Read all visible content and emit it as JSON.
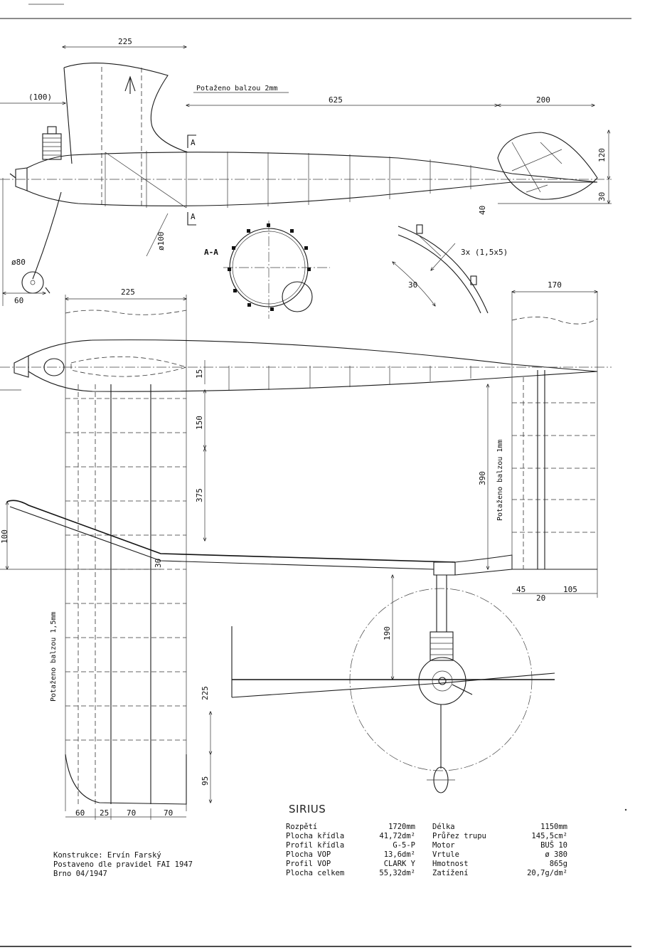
{
  "title": "SIRIUS",
  "dimensions": {
    "d225_top": "225",
    "d100": "(100)",
    "d625": "625",
    "d200": "200",
    "d120": "120",
    "d30_tail": "30",
    "d40": "40",
    "d100_diam": "ø100",
    "d80": "ø80",
    "d60": "60",
    "d225_wing": "225",
    "d170": "170",
    "d15": "15",
    "d150": "150",
    "d375": "375",
    "d390": "390",
    "d100_dihedral": "100",
    "d30_mid": "30",
    "d190": "190",
    "d45": "45",
    "d20": "20",
    "d105": "105",
    "d225_low": "225",
    "d95": "95",
    "b60": "60",
    "b25": "25",
    "b70a": "70",
    "b70b": "70",
    "d30_section": "30"
  },
  "labels": {
    "cover_top": "Potaženo balzou 2mm",
    "cover_tail": "Potaženo balzou 1mm",
    "cover_wing": "Potaženo balzou 1,5mm",
    "section_a_top": "A",
    "section_a_bottom": "A",
    "section_aa": "A-A",
    "strip_note": "3x (1,5x5)"
  },
  "specs_left": [
    {
      "label": "Rozpětí",
      "value": "1720mm"
    },
    {
      "label": "Plocha křídla",
      "value": "41,72dm²"
    },
    {
      "label": "Profil křídla",
      "value": "G-5-P"
    },
    {
      "label": "Plocha VOP",
      "value": "13,6dm²"
    },
    {
      "label": "Profil VOP",
      "value": "CLARK Y"
    },
    {
      "label": "Plocha celkem",
      "value": "55,32dm²"
    }
  ],
  "specs_right": [
    {
      "label": "Délka",
      "value": "1150mm"
    },
    {
      "label": "Průřez trupu",
      "value": "145,5cm²"
    },
    {
      "label": "Motor",
      "value": "BUŠ 10"
    },
    {
      "label": "Vrtule",
      "value": "ø 380"
    },
    {
      "label": "Hmotnost",
      "value": "865g"
    },
    {
      "label": "Zatížení",
      "value": "20,7g/dm²"
    }
  ],
  "credits": {
    "line1": "Konstrukce: Ervín Farský",
    "line2": "Postaveno dle pravidel FAI 1947",
    "line3": "Brno 04/1947"
  }
}
